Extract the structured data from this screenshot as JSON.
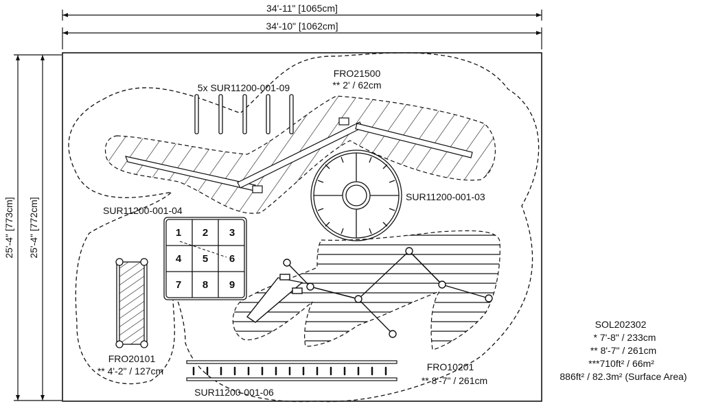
{
  "dimensions": {
    "outer_width": "34'-11\" [1065cm]",
    "inner_width": "34'-10\" [1062cm]",
    "outer_height": "25'-4\" [773cm]",
    "inner_height": "25'-4\" [772cm]"
  },
  "components": {
    "fro21500": {
      "code": "FRO21500",
      "spec": "** 2' / 62cm"
    },
    "posts": {
      "label": "5x SUR11200-001-09"
    },
    "spinner": {
      "label": "SUR11200-001-03"
    },
    "grid_panel": {
      "label": "SUR11200-001-04",
      "numbers": [
        "1",
        "2",
        "3",
        "4",
        "5",
        "6",
        "7",
        "8",
        "9"
      ]
    },
    "fro20101": {
      "code": "FRO20101",
      "spec": "** 4'-2\" / 127cm"
    },
    "bar_panel": {
      "label": "SUR11200-001-06"
    },
    "fro10201": {
      "code": "FRO10201",
      "spec": "** 8'-7\" / 261cm"
    }
  },
  "summary": {
    "code": "SOL202302",
    "line1": "* 7'-8\" / 233cm",
    "line2": "** 8'-7\" / 261cm",
    "line3": "***710ft² / 66m²",
    "line4": "886ft² / 82.3m² (Surface Area)"
  },
  "colors": {
    "stroke": "#111111",
    "background": "#ffffff"
  }
}
